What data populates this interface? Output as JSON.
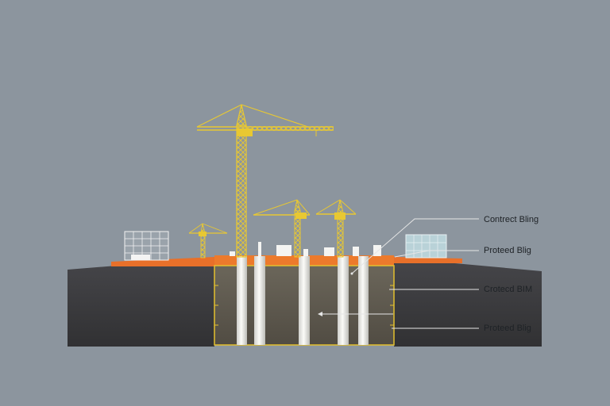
{
  "callouts": [
    {
      "label": "Contrect Bling"
    },
    {
      "label": "Proteed Blig"
    },
    {
      "label": "Crotecd BIM"
    },
    {
      "label": "Proteed Blig"
    }
  ],
  "colors": {
    "background": "#8c959e",
    "ground": "#3c3c3e",
    "excavation": "#5f5a50",
    "crane": "#e8c832",
    "surface": "#e8702a",
    "piles": "#f0f0ec",
    "callout_line": "#e6e6e6"
  }
}
